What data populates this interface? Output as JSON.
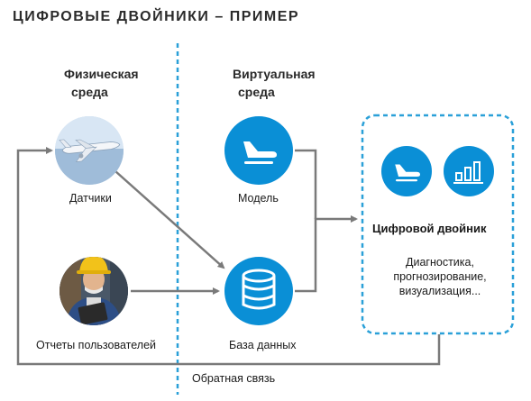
{
  "title": "ЦИФРОВЫЕ ДВОЙНИКИ – ПРИМЕР",
  "physical": {
    "heading_line1": "Физическая",
    "heading_line2": "среда",
    "sensors_label": "Датчики",
    "reports_label": "Отчеты пользователей",
    "sensors_icon": "airplane-photo",
    "reports_icon": "worker-photo"
  },
  "virtual": {
    "heading_line1": "Виртуальная",
    "heading_line2": "среда",
    "model_label": "Модель",
    "database_label": "База данных",
    "model_icon": "airplane-icon",
    "database_icon": "database-icon"
  },
  "twin": {
    "title": "Цифровой двойник",
    "desc_line1": "Диагностика,",
    "desc_line2": "прогнозирование,",
    "desc_line3": "визуализация...",
    "icons": [
      "airplane-icon",
      "bar-chart-icon"
    ]
  },
  "feedback_label": "Обратная связь",
  "colors": {
    "accent_blue": "#0a8fd6",
    "divider": "#2aa0d8",
    "arrow": "#7a7a7a",
    "dashed_box": "#2aa0d8"
  }
}
